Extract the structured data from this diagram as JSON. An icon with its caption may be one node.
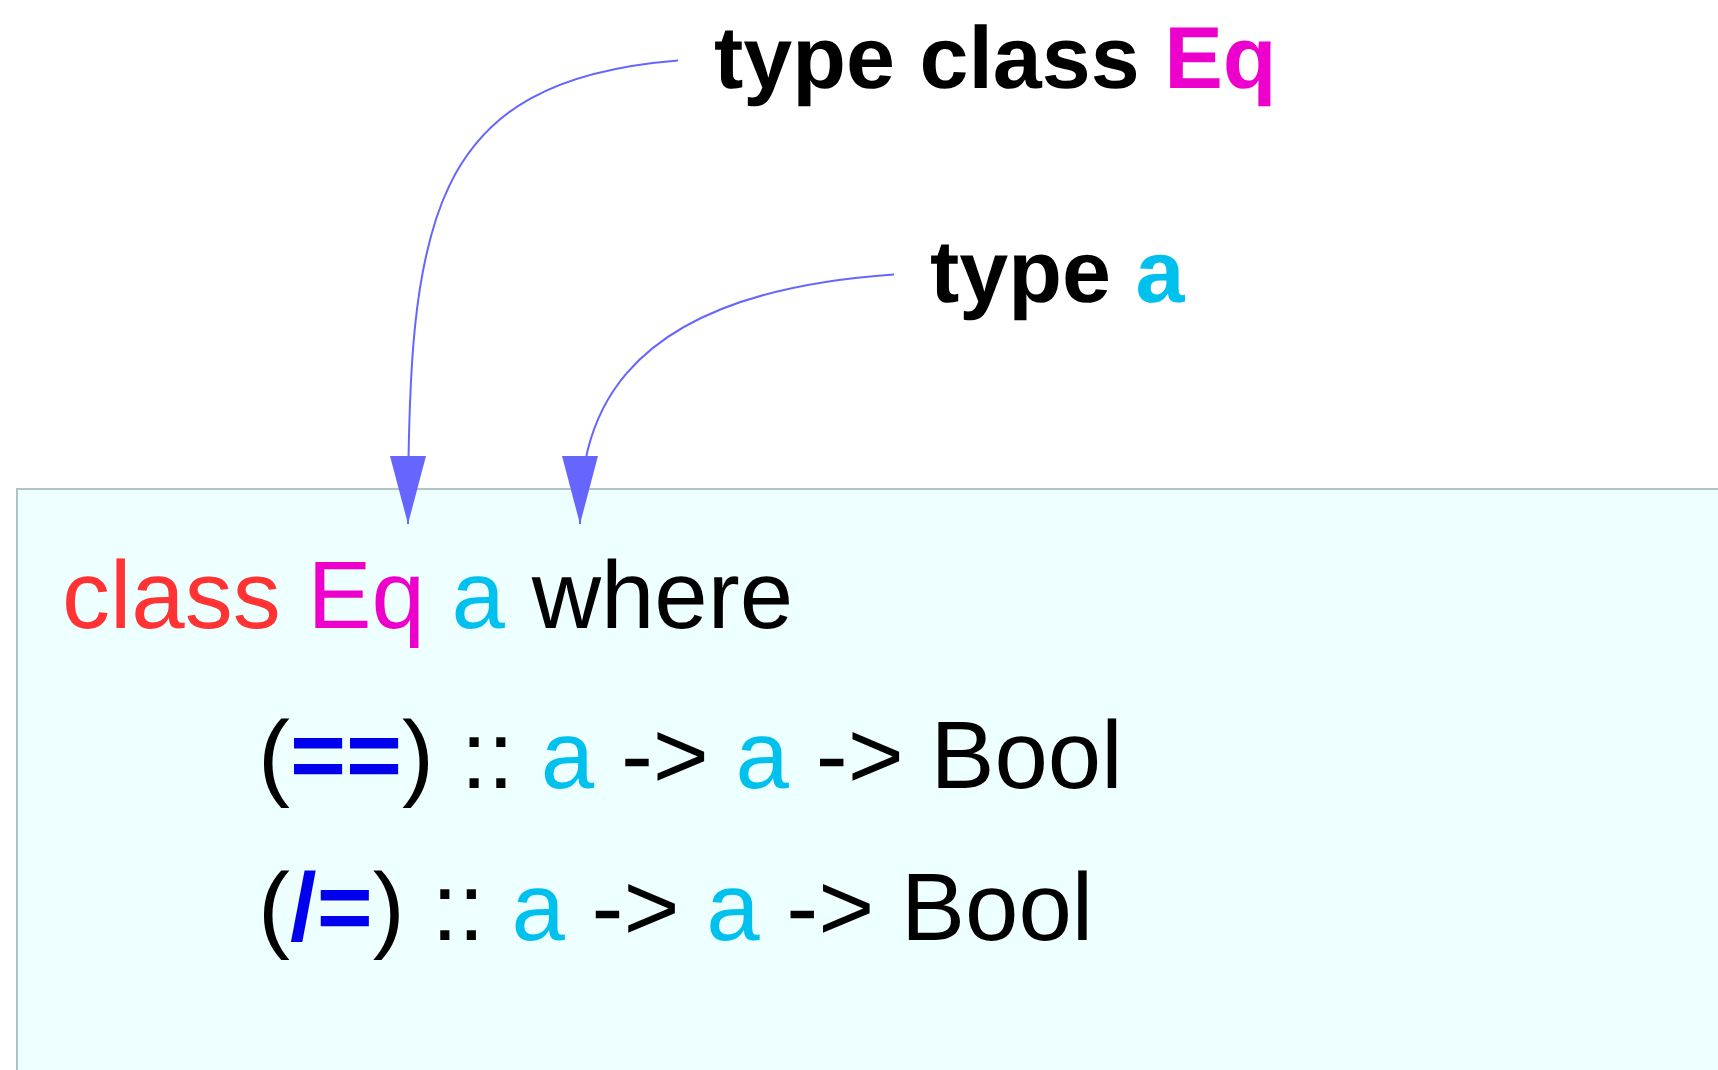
{
  "diagram": {
    "nodes": [
      {
        "text": [
          "type class Eq"
        ]
      },
      {
        "text": [
          "type a"
        ]
      },
      {
        "text": [
          "class Eq a where",
          "(**==**) :: a -> a -> Bool",
          "(**/=**) :: a -> a -> Bool"
        ]
      }
    ],
    "edges": [
      {
        "from": 0,
        "to": 2,
        "arrow": "to"
      },
      {
        "from": 1,
        "to": 2,
        "arrow": "to"
      }
    ]
  }
}
